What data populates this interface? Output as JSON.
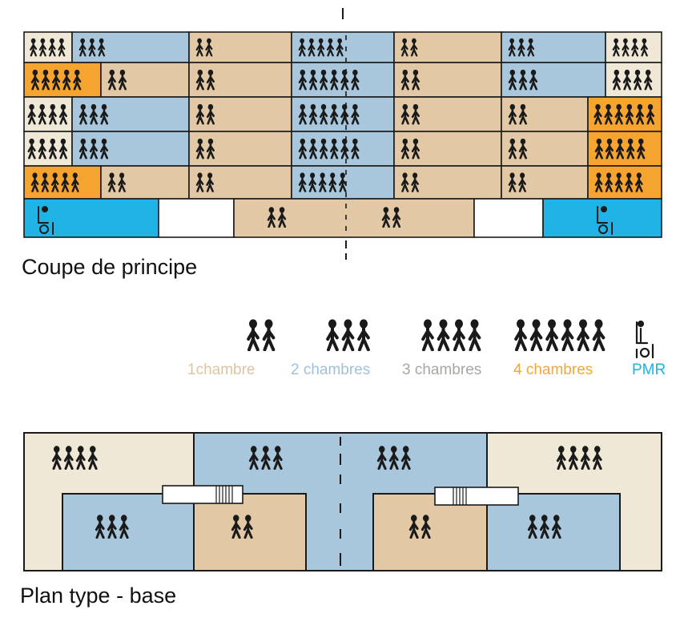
{
  "titles": {
    "section": "Coupe de principe",
    "plan": "Plan type - base"
  },
  "legend": [
    {
      "label": "1chambre",
      "color": "#ddc4a0",
      "people": 2
    },
    {
      "label": "2 chambres",
      "color": "#9fc1d9",
      "people": 3
    },
    {
      "label": "3 chambres",
      "color": "#a9a7a0",
      "people": 4
    },
    {
      "label": "4 chambres",
      "color": "#f2a737",
      "people": 6
    },
    {
      "label": "PMR",
      "color": "#19b5e6",
      "people": 0
    }
  ],
  "colors": {
    "t1": "#e2c8a4",
    "t2": "#a8c7dd",
    "t3": "#efe8d6",
    "t4": "#f4a42f",
    "pmr": "#1fb3e6",
    "ink": "#1a1a1a"
  },
  "icons": [
    "person-icon",
    "wheelchair-icon",
    "stair-icon"
  ]
}
